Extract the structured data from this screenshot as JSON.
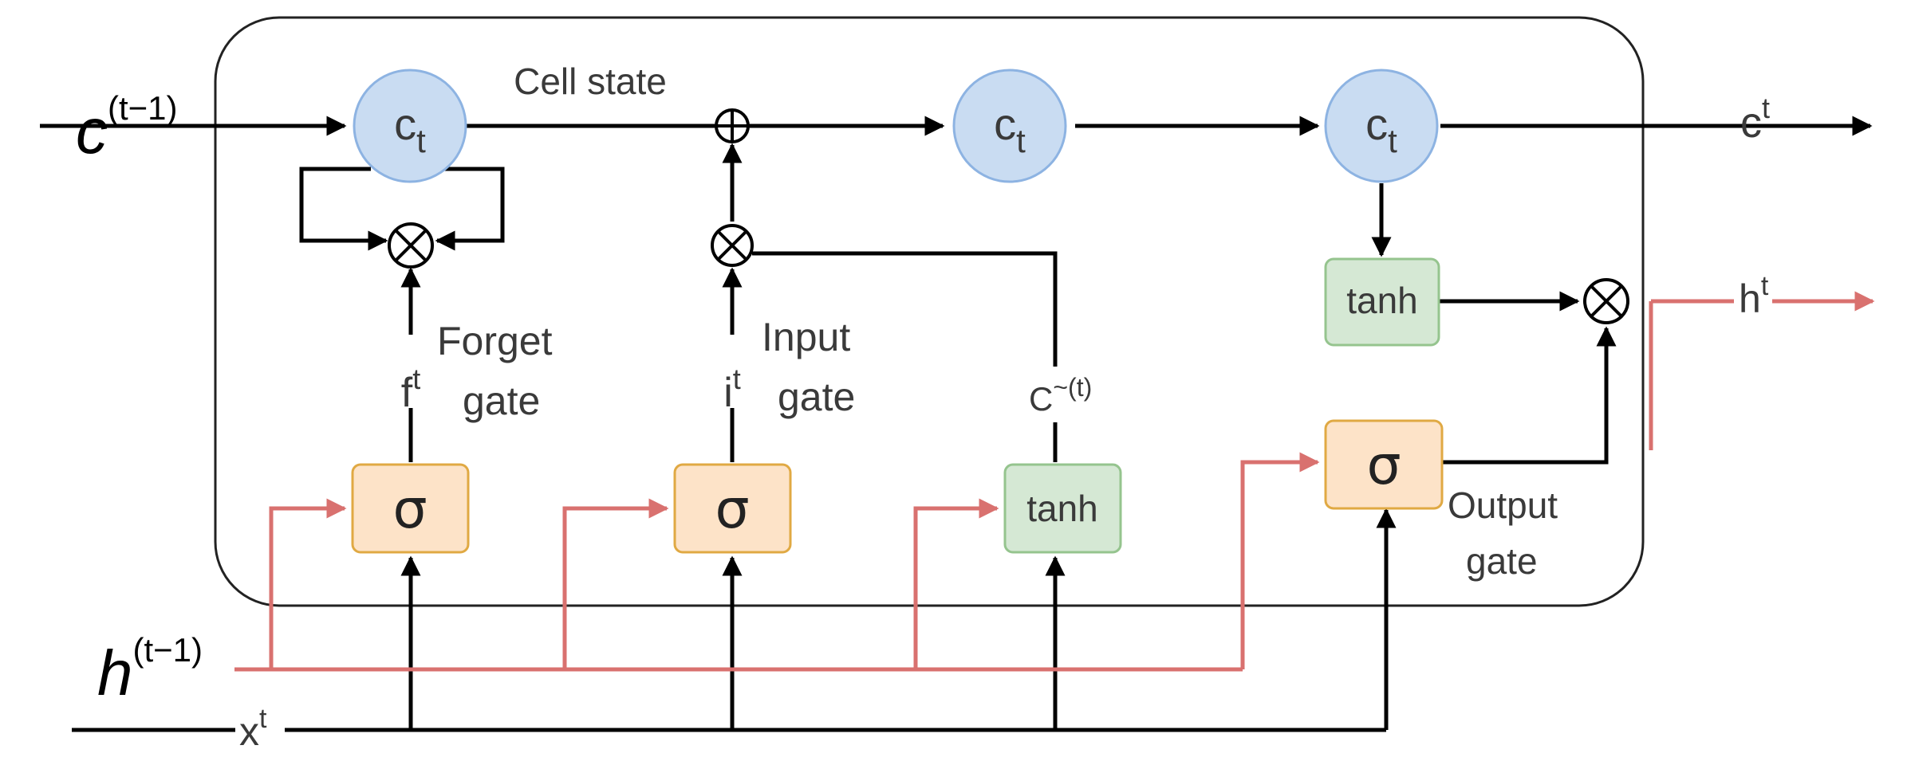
{
  "labels": {
    "cell_state": "Cell state",
    "c_prev_main": "c",
    "c_prev_sup": "(t−1)",
    "h_prev_main": "h",
    "h_prev_sup": "(t−1)",
    "x_main": "x",
    "x_sup": "t",
    "c_out_main": "c",
    "c_out_sup": "t",
    "h_out_main": "h",
    "h_out_sup": "t",
    "cell_node_main": "c",
    "cell_node_sub": "t",
    "f_main": "f",
    "f_sup": "t",
    "i_main": "i",
    "i_sup": "t",
    "cand_main": "C",
    "cand_sup": "~(t)",
    "forget_line1": "Forget",
    "forget_line2": "gate",
    "input_line1": "Input",
    "input_line2": "gate",
    "output_line1": "Output",
    "output_line2": "gate",
    "sigma": "σ",
    "tanh": "tanh",
    "plus": "⊕",
    "times": "⊗"
  },
  "colors": {
    "cell_fill": "#c9dcf2",
    "cell_stroke": "#8db3e2",
    "sigma_fill": "#fde3c8",
    "sigma_stroke": "#e0a943",
    "tanh_fill": "#d5e8d4",
    "tanh_stroke": "#95c48e",
    "hidden_line": "#d9716f",
    "line": "#000000"
  },
  "icons": {
    "addition_operator": "circled-plus-icon",
    "multiplication_operator": "circled-times-icon"
  }
}
